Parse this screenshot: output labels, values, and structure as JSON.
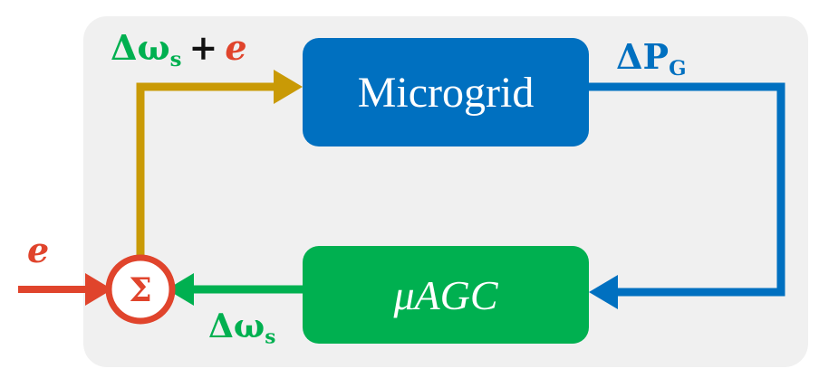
{
  "colors": {
    "panel_bg": "#f0f0f0",
    "microgrid": "#0070c0",
    "magc": "#00b050",
    "summer": "#e0442c",
    "gold_path": "#c99a06"
  },
  "blocks": {
    "microgrid_label": "Microgrid",
    "magc_label": "μAGC"
  },
  "summer": {
    "symbol": "Σ"
  },
  "signals": {
    "top_left": {
      "main": "Δω",
      "sub": "s",
      "op": "+",
      "err": "e"
    },
    "plant_output": {
      "main": "ΔP",
      "sub": "G"
    },
    "feedback": {
      "main": "Δω",
      "sub": "s"
    },
    "input": "e"
  }
}
